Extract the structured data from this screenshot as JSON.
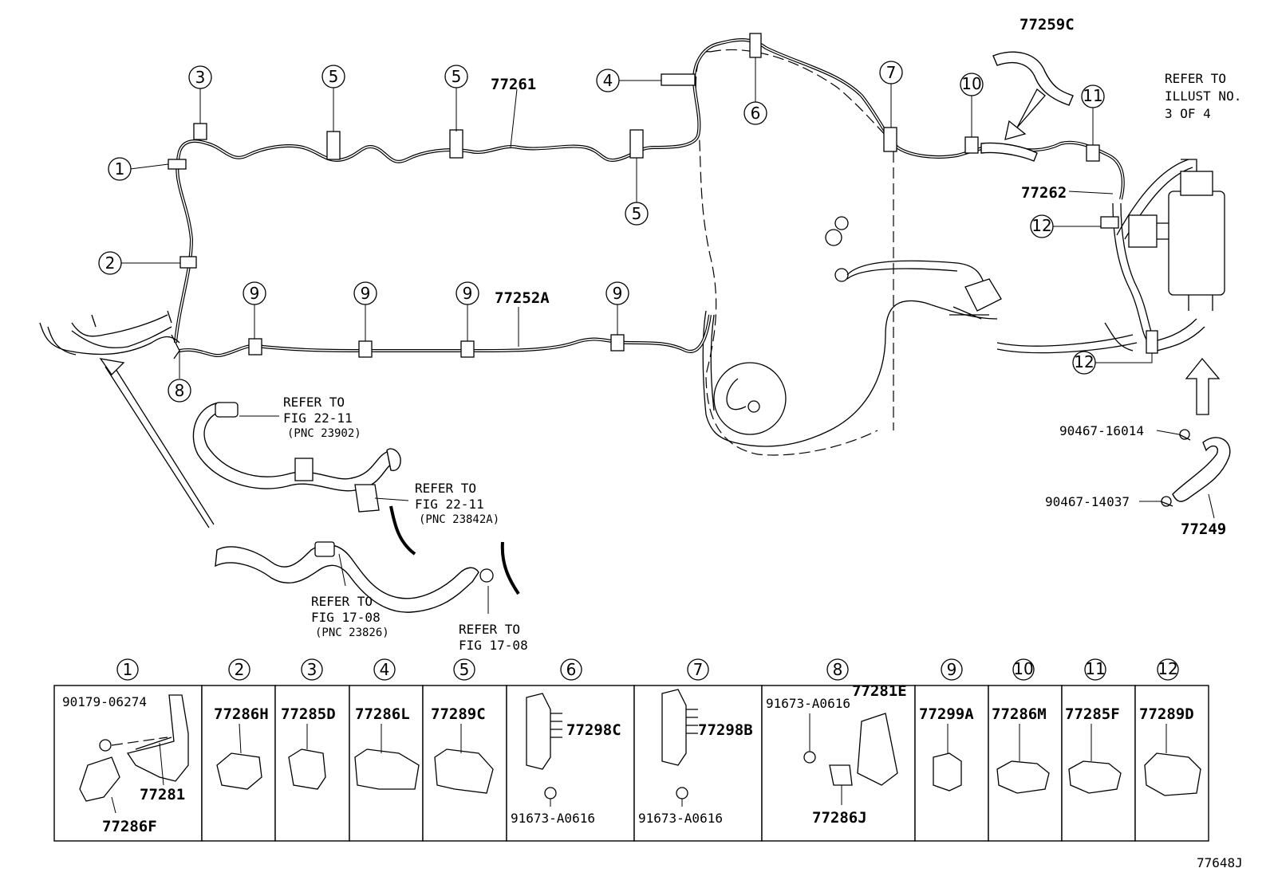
{
  "callouts": [
    "1",
    "2",
    "3",
    "4",
    "5",
    "6",
    "7",
    "8",
    "9",
    "10",
    "11",
    "12"
  ],
  "part_numbers": {
    "p77259C": "77259C",
    "p77261": "77261",
    "p77262": "77262",
    "p77252A": "77252A",
    "p77249": "77249",
    "p90467_16014": "90467-16014",
    "p90467_14037": "90467-14037"
  },
  "references": {
    "illust": [
      "REFER TO",
      "ILLUST NO.",
      "3 OF 4"
    ],
    "fig22_a": [
      "REFER TO",
      "FIG 22-11",
      "(PNC 23902)"
    ],
    "fig22_b": [
      "REFER TO",
      "FIG 22-11",
      "(PNC 23842A)"
    ],
    "fig17_a": [
      "REFER TO",
      "FIG 17-08",
      "(PNC 23826)"
    ],
    "fig17_b": [
      "REFER TO",
      "FIG 17-08"
    ]
  },
  "table": [
    {
      "idx": "1",
      "parts": [
        "90179-06274",
        "77281",
        "77286F"
      ]
    },
    {
      "idx": "2",
      "parts": [
        "77286H"
      ]
    },
    {
      "idx": "3",
      "parts": [
        "77285D"
      ]
    },
    {
      "idx": "4",
      "parts": [
        "77286L"
      ]
    },
    {
      "idx": "5",
      "parts": [
        "77289C"
      ]
    },
    {
      "idx": "6",
      "parts": [
        "77298C",
        "91673-A0616"
      ]
    },
    {
      "idx": "7",
      "parts": [
        "77298B",
        "91673-A0616"
      ]
    },
    {
      "idx": "8",
      "parts": [
        "91673-A0616",
        "77281E",
        "77286J"
      ]
    },
    {
      "idx": "9",
      "parts": [
        "77299A"
      ]
    },
    {
      "idx": "10",
      "parts": [
        "77286M"
      ]
    },
    {
      "idx": "11",
      "parts": [
        "77285F"
      ]
    },
    {
      "idx": "12",
      "parts": [
        "77289D"
      ]
    }
  ],
  "figure_id": "77648J"
}
